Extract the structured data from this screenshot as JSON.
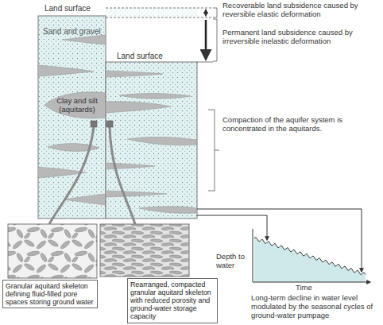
{
  "diagram": {
    "nodes": [
      {
        "text": [
          "Land surface",
          "Sand and gravel",
          "Clay and silt (aquitards)"
        ]
      },
      {
        "text": [
          "Land surface"
        ]
      },
      {
        "text": [
          "Granular aquitard skeleton defining fluid-filled pore spaces storing ground water"
        ]
      },
      {
        "text": [
          "Rearranged, compacted granular aquitard skeleton with reduced porosity and ground-water storage capacity"
        ]
      }
    ],
    "labels": [
      "Recoverable land subsidence caused by reversible elastic deformation",
      "Permanent land subsidence caused by irreversible inelastic deformation",
      "Compaction of the aquifer system is concentrated in the aquitards.",
      "Depth to water",
      "Time",
      "Long-term decline in water level modulated by the seasonal cycles of ground-water pumpage"
    ]
  }
}
